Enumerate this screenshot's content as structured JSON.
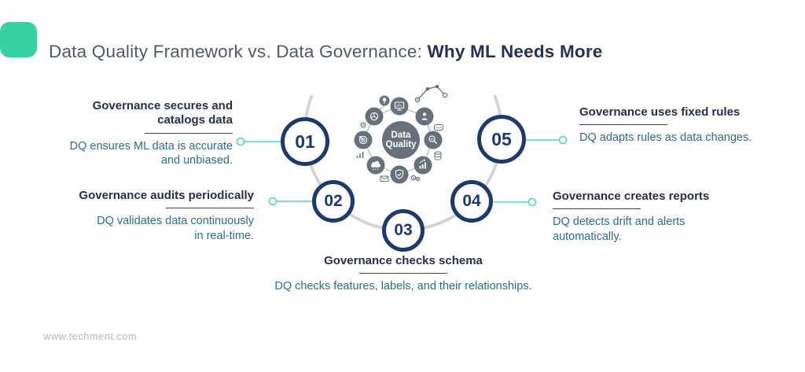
{
  "header": {
    "title_regular": "Data Quality Framework vs. Data Governance: ",
    "title_bold": "Why ML Needs More"
  },
  "center": {
    "label_line1": "Data",
    "label_line2": "Quality",
    "icons": [
      "lightbulb-icon",
      "monitor-icon",
      "line-chart-icon",
      "pie-chart-icon",
      "user-icon",
      "gear-icon",
      "target-icon",
      "search-icon",
      "binary-icon",
      "signal-bars-icon",
      "database-icon",
      "cloud-icon",
      "growth-chart-icon",
      "envelope-icon",
      "shield-icon",
      "gears-icon"
    ]
  },
  "items": [
    {
      "number": "01",
      "heading": "Governance secures and\ncatalogs data",
      "description": "DQ ensures ML data is accurate\nand unbiased."
    },
    {
      "number": "02",
      "heading": "Governance audits periodically",
      "description": "DQ validates data continuously\nin real-time."
    },
    {
      "number": "03",
      "heading": "Governance checks schema",
      "description": "DQ checks features, labels, and their relationships."
    },
    {
      "number": "04",
      "heading": "Governance creates reports",
      "description": "DQ detects drift and alerts\nautomatically."
    },
    {
      "number": "05",
      "heading": "Governance uses fixed rules",
      "description": "DQ adapts rules as data changes."
    }
  ],
  "footer": {
    "website": "www.techment.com"
  },
  "colors": {
    "accent_teal": "#38d2a2",
    "connector_teal": "#55d5ae",
    "navy": "#1e3a6b",
    "heading_navy": "#272f4e",
    "description_teal_blue": "#2e6e86",
    "cluster_gray": "#68707a",
    "arc_gray": "#d4d4d4"
  }
}
